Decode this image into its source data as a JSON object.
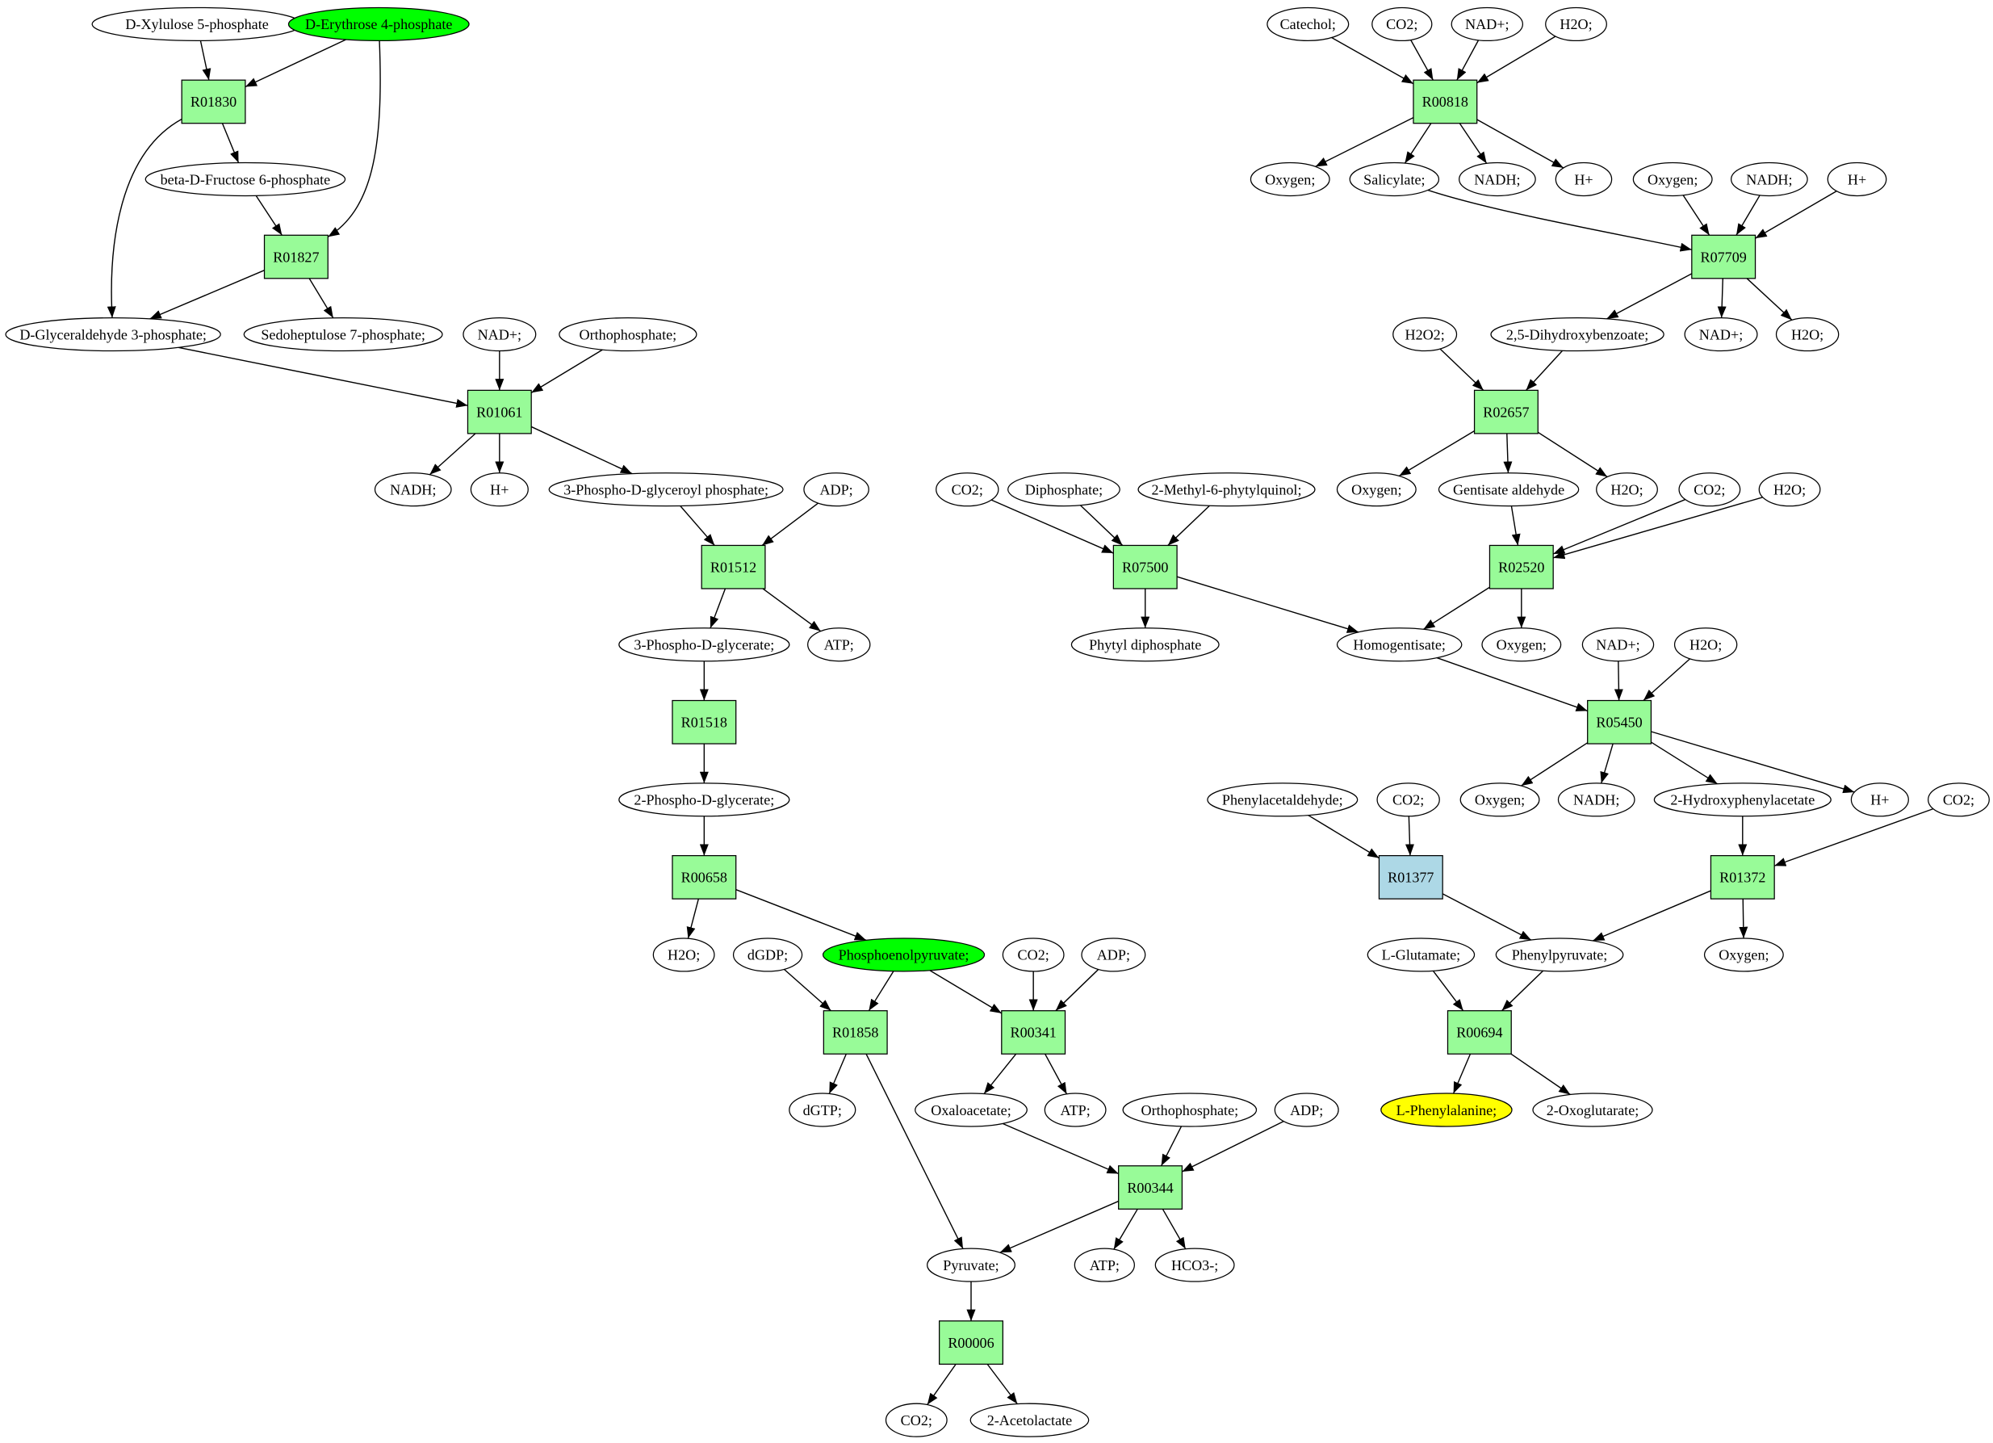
{
  "colors": {
    "compound": "#ffffff",
    "reaction": "#98fb98",
    "highlight_start": "#00ff00",
    "highlight_target": "#ffff00",
    "highlight_reaction": "#add8e6",
    "stroke": "#000000"
  },
  "nodes": [
    {
      "label": "D-Xylulose 5-phosphate"
    },
    {
      "label": "D-Erythrose 4-phosphate",
      "fill": "#00ff00"
    },
    {
      "label": "R01830",
      "reaction": true
    },
    {
      "label": "beta-D-Fructose 6-phosphate"
    },
    {
      "label": "R01827",
      "reaction": true
    },
    {
      "label": "D-Glyceraldehyde 3-phosphate;"
    },
    {
      "label": "Sedoheptulose 7-phosphate;"
    },
    {
      "label": "NAD+;"
    },
    {
      "label": "Orthophosphate;"
    },
    {
      "label": "R01061",
      "reaction": true
    },
    {
      "label": "NADH;"
    },
    {
      "label": "H+"
    },
    {
      "label": "3-Phospho-D-glyceroyl phosphate;"
    },
    {
      "label": "ADP;"
    },
    {
      "label": "R01512",
      "reaction": true
    },
    {
      "label": "3-Phospho-D-glycerate;"
    },
    {
      "label": "ATP;"
    },
    {
      "label": "R01518",
      "reaction": true
    },
    {
      "label": "2-Phospho-D-glycerate;"
    },
    {
      "label": "R00658",
      "reaction": true
    },
    {
      "label": "H2O;"
    },
    {
      "label": "dGDP;"
    },
    {
      "label": "Phosphoenolpyruvate;",
      "fill": "#00ff00"
    },
    {
      "label": "CO2;"
    },
    {
      "label": "ADP;"
    },
    {
      "label": "R01858",
      "reaction": true
    },
    {
      "label": "R00341",
      "reaction": true
    },
    {
      "label": "dGTP;"
    },
    {
      "label": "Oxaloacetate;"
    },
    {
      "label": "ATP;"
    },
    {
      "label": "Orthophosphate;"
    },
    {
      "label": "ADP;"
    },
    {
      "label": "R00344",
      "reaction": true
    },
    {
      "label": "Pyruvate;"
    },
    {
      "label": "ATP;"
    },
    {
      "label": "HCO3-;"
    },
    {
      "label": "R00006",
      "reaction": true
    },
    {
      "label": "CO2;"
    },
    {
      "label": "2-Acetolactate"
    },
    {
      "label": "Catechol;"
    },
    {
      "label": "CO2;"
    },
    {
      "label": "NAD+;"
    },
    {
      "label": "H2O;"
    },
    {
      "label": "R00818",
      "reaction": true
    },
    {
      "label": "Oxygen;"
    },
    {
      "label": "Salicylate;"
    },
    {
      "label": "NADH;"
    },
    {
      "label": "H+"
    },
    {
      "label": "Oxygen;"
    },
    {
      "label": "NADH;"
    },
    {
      "label": "H+"
    },
    {
      "label": "R07709",
      "reaction": true
    },
    {
      "label": "H2O2;"
    },
    {
      "label": "2,5-Dihydroxybenzoate;"
    },
    {
      "label": "NAD+;"
    },
    {
      "label": "H2O;"
    },
    {
      "label": "R02657",
      "reaction": true
    },
    {
      "label": "Oxygen;"
    },
    {
      "label": "Gentisate aldehyde"
    },
    {
      "label": "H2O;"
    },
    {
      "label": "CO2;"
    },
    {
      "label": "H2O;"
    },
    {
      "label": "R02520",
      "reaction": true
    },
    {
      "label": "CO2;"
    },
    {
      "label": "Diphosphate;"
    },
    {
      "label": "2-Methyl-6-phytylquinol;"
    },
    {
      "label": "R07500",
      "reaction": true
    },
    {
      "label": "Phytyl diphosphate"
    },
    {
      "label": "Homogentisate;"
    },
    {
      "label": "Oxygen;"
    },
    {
      "label": "NAD+;"
    },
    {
      "label": "H2O;"
    },
    {
      "label": "R05450",
      "reaction": true
    },
    {
      "label": "Phenylacetaldehyde;"
    },
    {
      "label": "CO2;"
    },
    {
      "label": "Oxygen;"
    },
    {
      "label": "NADH;"
    },
    {
      "label": "2-Hydroxyphenylacetate"
    },
    {
      "label": "H+"
    },
    {
      "label": "CO2;"
    },
    {
      "label": "R01377",
      "reaction": true,
      "fill": "#add8e6"
    },
    {
      "label": "R01372",
      "reaction": true
    },
    {
      "label": "L-Glutamate;"
    },
    {
      "label": "Phenylpyruvate;"
    },
    {
      "label": "Oxygen;"
    },
    {
      "label": "R00694",
      "reaction": true
    },
    {
      "label": "L-Phenylalanine;",
      "fill": "#ffff00"
    },
    {
      "label": "2-Oxoglutarate;"
    }
  ],
  "edges": [
    [
      0,
      2
    ],
    [
      1,
      2
    ],
    [
      1,
      4
    ],
    [
      2,
      3
    ],
    [
      2,
      5
    ],
    [
      3,
      4
    ],
    [
      4,
      5
    ],
    [
      4,
      6
    ],
    [
      5,
      9
    ],
    [
      7,
      9
    ],
    [
      8,
      9
    ],
    [
      9,
      10
    ],
    [
      9,
      11
    ],
    [
      9,
      12
    ],
    [
      12,
      14
    ],
    [
      13,
      14
    ],
    [
      14,
      15
    ],
    [
      14,
      16
    ],
    [
      15,
      17
    ],
    [
      17,
      18
    ],
    [
      18,
      19
    ],
    [
      19,
      20
    ],
    [
      19,
      22
    ],
    [
      21,
      25
    ],
    [
      22,
      25
    ],
    [
      22,
      26
    ],
    [
      23,
      26
    ],
    [
      24,
      26
    ],
    [
      25,
      27
    ],
    [
      25,
      33
    ],
    [
      26,
      28
    ],
    [
      26,
      29
    ],
    [
      28,
      32
    ],
    [
      30,
      32
    ],
    [
      31,
      32
    ],
    [
      32,
      33
    ],
    [
      32,
      34
    ],
    [
      32,
      35
    ],
    [
      33,
      36
    ],
    [
      36,
      37
    ],
    [
      36,
      38
    ],
    [
      39,
      43
    ],
    [
      40,
      43
    ],
    [
      41,
      43
    ],
    [
      42,
      43
    ],
    [
      43,
      44
    ],
    [
      43,
      45
    ],
    [
      43,
      46
    ],
    [
      43,
      47
    ],
    [
      45,
      51
    ],
    [
      48,
      51
    ],
    [
      49,
      51
    ],
    [
      50,
      51
    ],
    [
      51,
      53
    ],
    [
      51,
      54
    ],
    [
      51,
      55
    ],
    [
      52,
      56
    ],
    [
      53,
      56
    ],
    [
      56,
      57
    ],
    [
      56,
      58
    ],
    [
      56,
      59
    ],
    [
      58,
      62
    ],
    [
      60,
      62
    ],
    [
      61,
      62
    ],
    [
      62,
      68
    ],
    [
      62,
      69
    ],
    [
      63,
      66
    ],
    [
      64,
      66
    ],
    [
      65,
      66
    ],
    [
      66,
      67
    ],
    [
      66,
      68
    ],
    [
      68,
      72
    ],
    [
      70,
      72
    ],
    [
      71,
      72
    ],
    [
      72,
      75
    ],
    [
      72,
      76
    ],
    [
      72,
      77
    ],
    [
      72,
      78
    ],
    [
      77,
      81
    ],
    [
      79,
      81
    ],
    [
      81,
      83
    ],
    [
      81,
      84
    ],
    [
      73,
      80
    ],
    [
      74,
      80
    ],
    [
      80,
      83
    ],
    [
      82,
      85
    ],
    [
      83,
      85
    ],
    [
      85,
      86
    ],
    [
      85,
      87
    ]
  ]
}
